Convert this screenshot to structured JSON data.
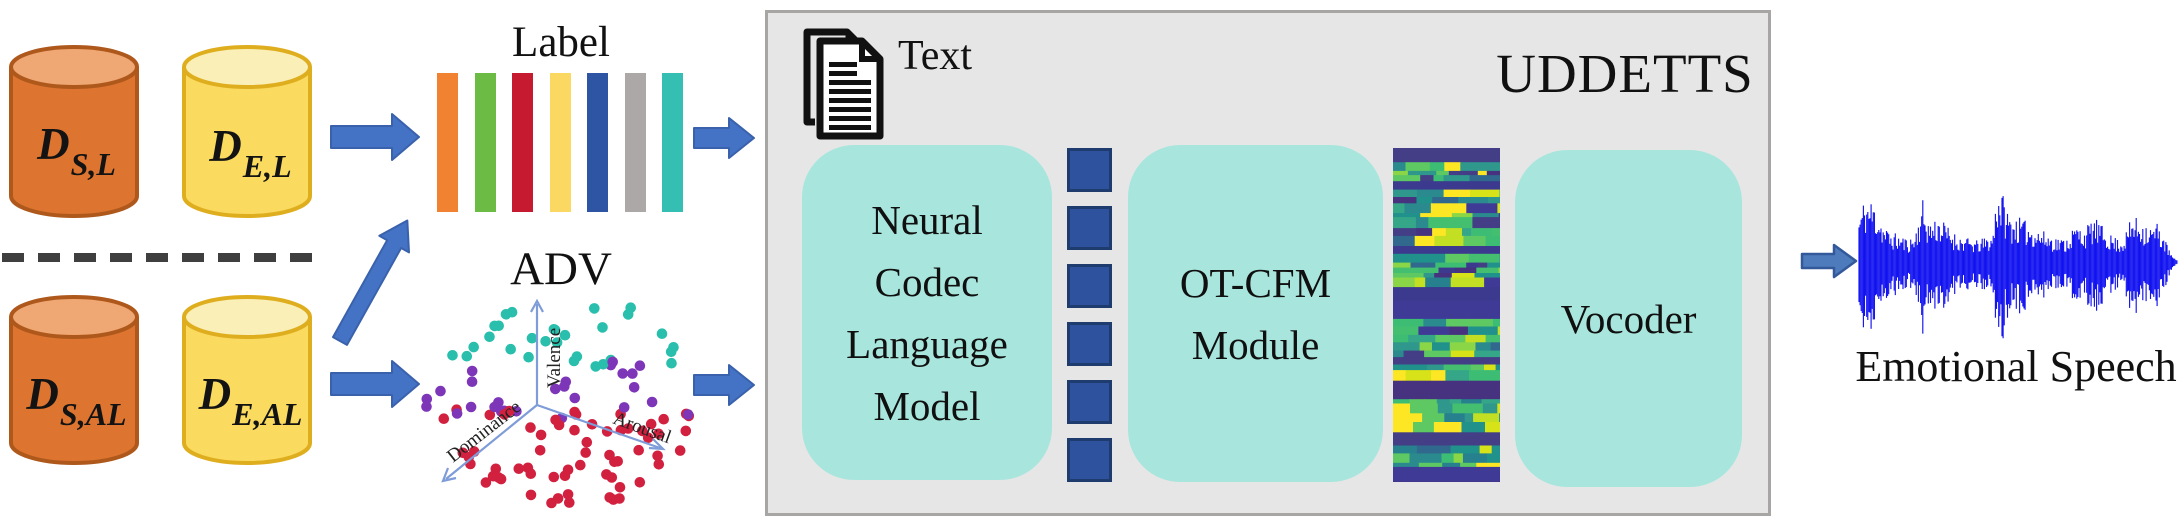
{
  "title": "UDDETTS",
  "datasets": {
    "d_sl": {
      "main": "D",
      "sub": "S,L"
    },
    "d_el": {
      "main": "D",
      "sub": "E,L"
    },
    "d_sal": {
      "main": "D",
      "sub": "S,AL"
    },
    "d_eal": {
      "main": "D",
      "sub": "E,AL"
    }
  },
  "label_section": {
    "title": "Label",
    "bar_colors": [
      "#F08232",
      "#6CBB44",
      "#C61A31",
      "#FBD862",
      "#2E55A4",
      "#ACA8A7",
      "#35BFB2"
    ]
  },
  "adv_section": {
    "title": "ADV",
    "axes": {
      "vertical": "Valence",
      "right": "Arousal",
      "left": "Dominance"
    },
    "point_colors": {
      "top": "#29BFAC",
      "middle": "#7D36B8",
      "bottom": "#D2203F"
    },
    "point_count": 118,
    "axis_color": "#7E9CD8"
  },
  "uddetts": {
    "text_input_label": "Text",
    "nclm_lines": [
      "Neural",
      "Codec",
      "Language",
      "Model"
    ],
    "otcfm_lines": [
      "OT-CFM",
      "Module"
    ],
    "vocoder_label": "Vocoder",
    "token_count": 6
  },
  "output": {
    "label": "Emotional Speech"
  },
  "icons": {
    "document": "document-pages-icon",
    "arrows": "block-arrow-icon"
  },
  "colors": {
    "arrow": "#4472C4",
    "arrow_line": "#3A62AC",
    "arrow_out": "#4E7BBB",
    "arrow_out_line": "#33599B",
    "panel": "#E7E6E6",
    "panel_line": "#A8A5A5",
    "module": "#A8E6DD",
    "token": "#2E529E",
    "token_line": "#1E3C6E",
    "cyl_orange": "#DD7530",
    "cyl_orange_top": "#EFA773",
    "cyl_orange_line": "#AE581C",
    "cyl_yellow": "#FADB5F",
    "cyl_yellow_top": "#FBEFB8",
    "cyl_yellow_line": "#DFAE1F",
    "dash": "#3F3F3F",
    "waveform": "#1212F0",
    "text": "#111111"
  },
  "spectrogram": {
    "palette_body": [
      "#2F978C",
      "#35A788",
      "#2A8A8D",
      "#44BF70",
      "#5EC962",
      "#27808E",
      "#3DBC74",
      "#21918C",
      "#31688E"
    ],
    "palette_bright": [
      "#8BD646",
      "#C2DF23",
      "#FDE725",
      "#D8E219"
    ],
    "palette_dark": [
      "#3B3A8E",
      "#433E85",
      "#46327E",
      "#3F3A96"
    ],
    "dark_bands": [
      [
        0,
        8
      ],
      [
        138,
        157
      ],
      [
        322,
        334
      ]
    ]
  },
  "waveform": {
    "envelope": [
      [
        0.0,
        55
      ],
      [
        0.02,
        75
      ],
      [
        0.05,
        68
      ],
      [
        0.08,
        40
      ],
      [
        0.1,
        34
      ],
      [
        0.13,
        30
      ],
      [
        0.155,
        26
      ],
      [
        0.175,
        30
      ],
      [
        0.2,
        70
      ],
      [
        0.22,
        45
      ],
      [
        0.25,
        52
      ],
      [
        0.28,
        40
      ],
      [
        0.31,
        30
      ],
      [
        0.34,
        27
      ],
      [
        0.37,
        24
      ],
      [
        0.4,
        28
      ],
      [
        0.42,
        30
      ],
      [
        0.435,
        88
      ],
      [
        0.45,
        80
      ],
      [
        0.47,
        55
      ],
      [
        0.5,
        50
      ],
      [
        0.53,
        45
      ],
      [
        0.56,
        38
      ],
      [
        0.59,
        33
      ],
      [
        0.62,
        28
      ],
      [
        0.65,
        26
      ],
      [
        0.68,
        42
      ],
      [
        0.71,
        38
      ],
      [
        0.74,
        50
      ],
      [
        0.77,
        38
      ],
      [
        0.8,
        28
      ],
      [
        0.83,
        26
      ],
      [
        0.86,
        52
      ],
      [
        0.89,
        48
      ],
      [
        0.92,
        40
      ],
      [
        0.94,
        45
      ],
      [
        0.96,
        28
      ],
      [
        0.975,
        14
      ],
      [
        0.99,
        4
      ],
      [
        1.0,
        3
      ]
    ]
  }
}
